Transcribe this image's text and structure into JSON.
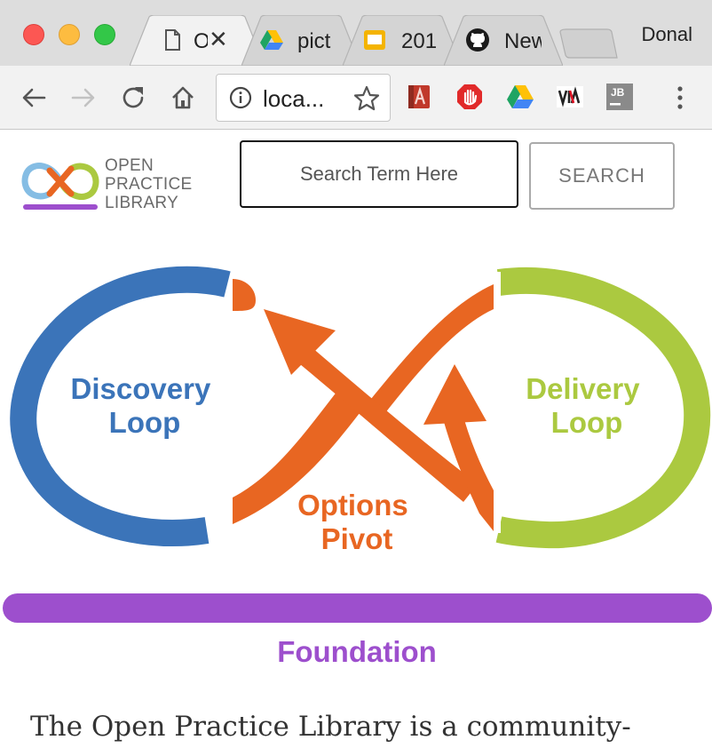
{
  "browser": {
    "tabs": [
      {
        "title": "O",
        "icon": "page-icon",
        "active": true
      },
      {
        "title": "pict",
        "icon": "google-drive-icon"
      },
      {
        "title": "201",
        "icon": "google-slides-icon"
      },
      {
        "title": "New",
        "icon": "github-icon"
      }
    ],
    "profile_name": "Donal",
    "url": "loca...",
    "extensions": [
      "addressbook-icon",
      "adblock-icon",
      "google-drive-icon",
      "via-icon",
      "jetbrains-icon"
    ]
  },
  "site": {
    "logo": {
      "line1": "OPEN",
      "line2": "PRACTICE",
      "line3": "LIBRARY"
    },
    "search": {
      "placeholder": "Search Term Here",
      "button_label": "SEARCH"
    }
  },
  "diagram": {
    "discovery": {
      "line1": "Discovery",
      "line2": "Loop"
    },
    "delivery": {
      "line1": "Delivery",
      "line2": "Loop"
    },
    "options": {
      "line1": "Options",
      "line2": "Pivot"
    },
    "foundation": "Foundation",
    "colors": {
      "discovery": "#3b74b9",
      "delivery": "#abc940",
      "options": "#e86622",
      "foundation": "#9d4fcd"
    }
  },
  "intro_text": "The Open Practice Library is a community-"
}
